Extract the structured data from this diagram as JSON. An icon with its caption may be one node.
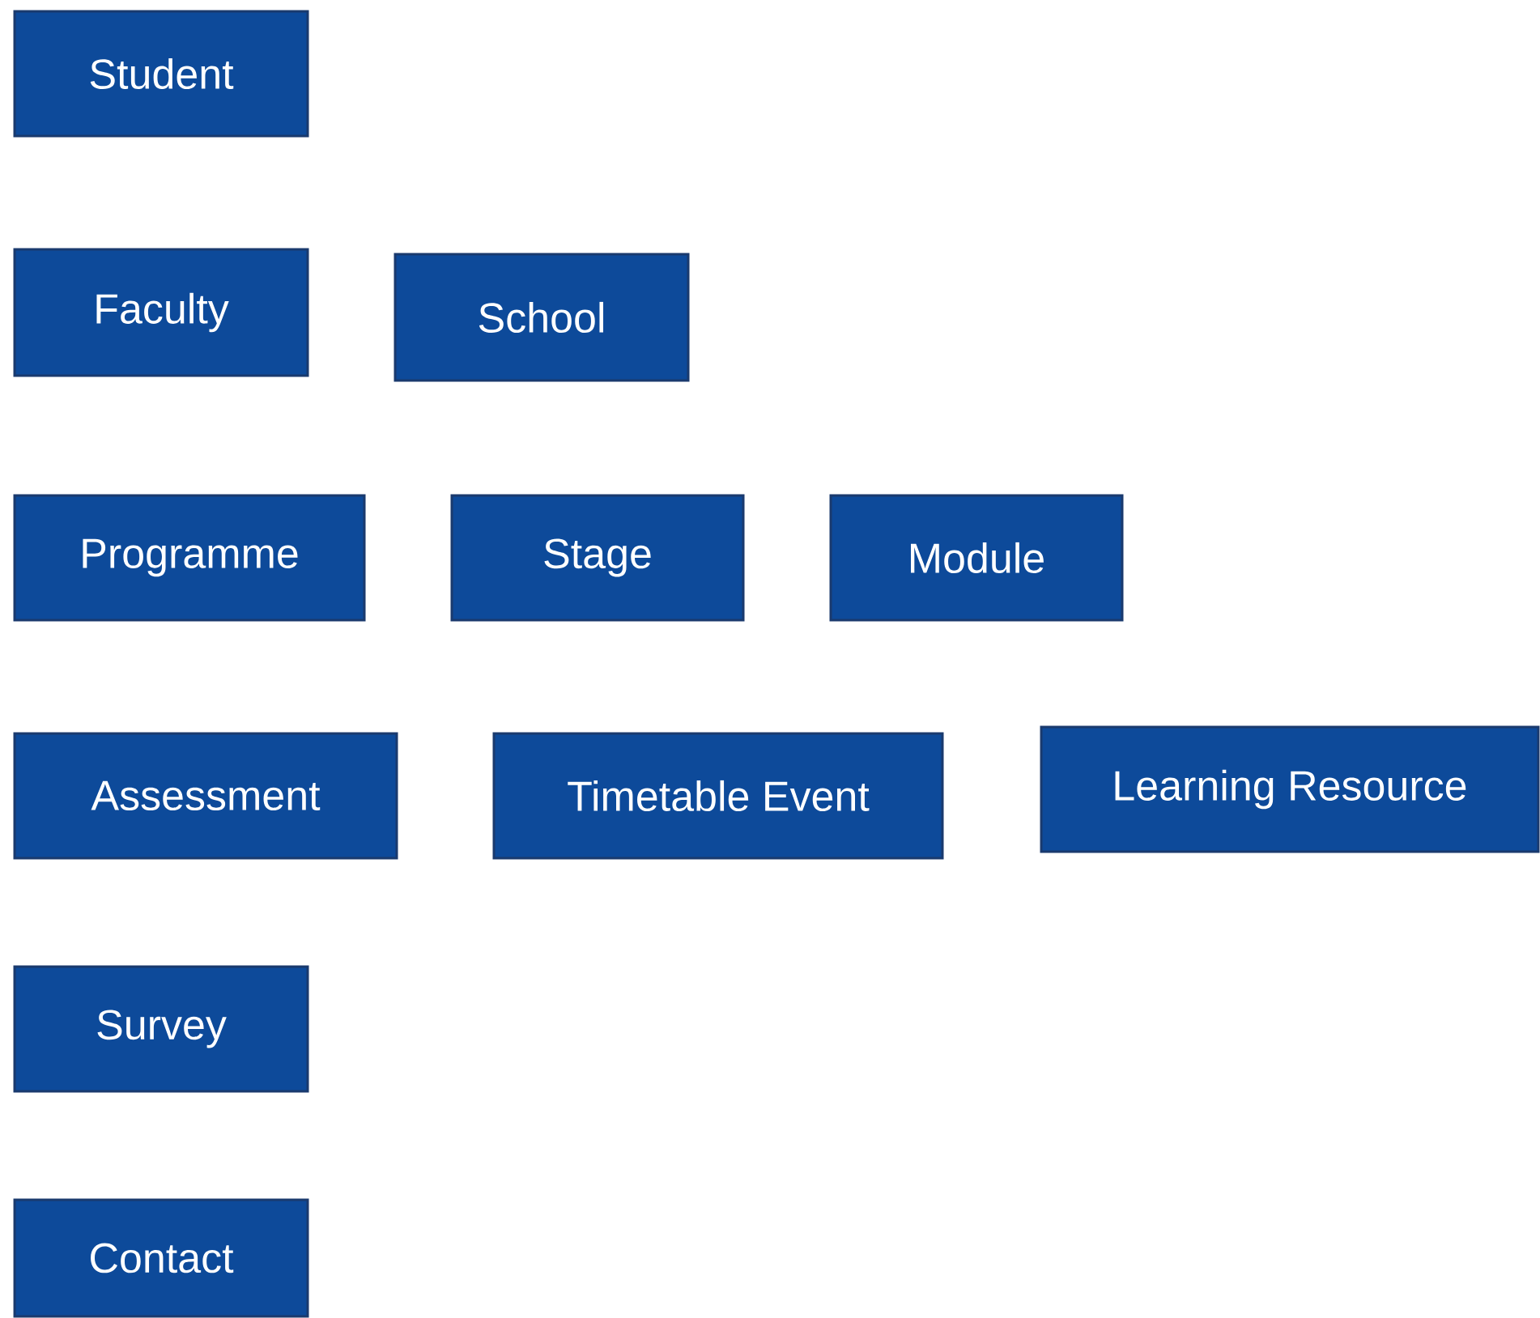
{
  "diagram": {
    "nodes": [
      {
        "text": [
          "Student"
        ]
      },
      {
        "text": [
          "Faculty"
        ]
      },
      {
        "text": [
          "School"
        ]
      },
      {
        "text": [
          "Programme"
        ]
      },
      {
        "text": [
          "Stage"
        ]
      },
      {
        "text": [
          "Module"
        ]
      },
      {
        "text": [
          "Assessment"
        ]
      },
      {
        "text": [
          "Timetable Event"
        ]
      },
      {
        "text": [
          "Learning Resource"
        ]
      },
      {
        "text": [
          "Survey"
        ]
      },
      {
        "text": [
          "Contact"
        ]
      }
    ]
  }
}
